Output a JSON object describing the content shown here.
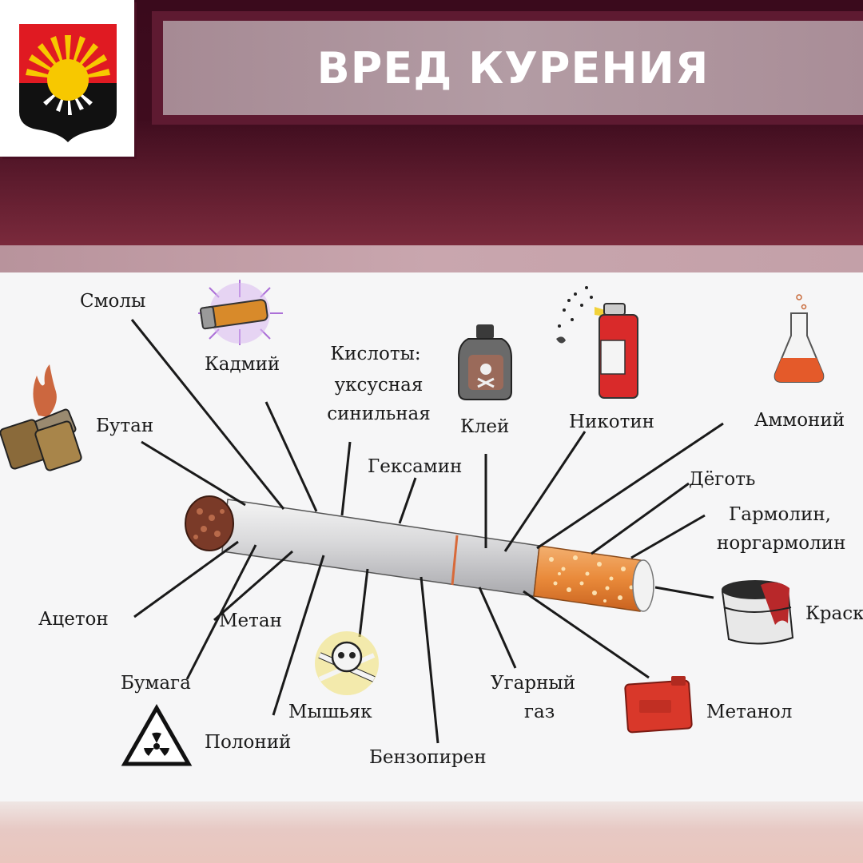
{
  "header": {
    "title": "ВРЕД КУРЕНИЯ"
  },
  "emblem": {
    "icon": "coat-of-arms-icon",
    "colors": {
      "top": "#e01a22",
      "bottom": "#111111",
      "sun": "#f7c800"
    }
  },
  "labels": {
    "smoly": "Смолы",
    "kadmiy": "Кадмий",
    "kisloty_1": "Кислоты:",
    "kisloty_2": "уксусная",
    "kisloty_3": "синильная",
    "klei": "Клей",
    "nikotin": "Никотин",
    "ammoniy": "Аммоний",
    "butan": "Бутан",
    "geksamin": "Гексамин",
    "degot": "Дёготь",
    "garmolin_1": "Гармолин,",
    "garmolin_2": "норгармолин",
    "aceton": "Ацетон",
    "metan": "Метан",
    "kraska": "Краска",
    "bumaga": "Бумага",
    "myshyak": "Мышьяк",
    "ugarny_1": "Угарный",
    "ugarny_2": "газ",
    "metanol": "Метанол",
    "poloniy": "Полоний",
    "benzopiren": "Бензопирен"
  },
  "icons": [
    "battery-icon",
    "lighter-icon",
    "glue-bottle-icon",
    "spray-can-icon",
    "flask-icon",
    "skull-crossbones-icon",
    "radiation-icon",
    "paint-can-icon",
    "fuel-canister-icon",
    "cigarette-icon"
  ],
  "colors": {
    "header_dark": "#5e1a31",
    "header_panel": "#b39ca4",
    "filter": "#e98a3a",
    "band_pink": "#c9a6ae"
  }
}
